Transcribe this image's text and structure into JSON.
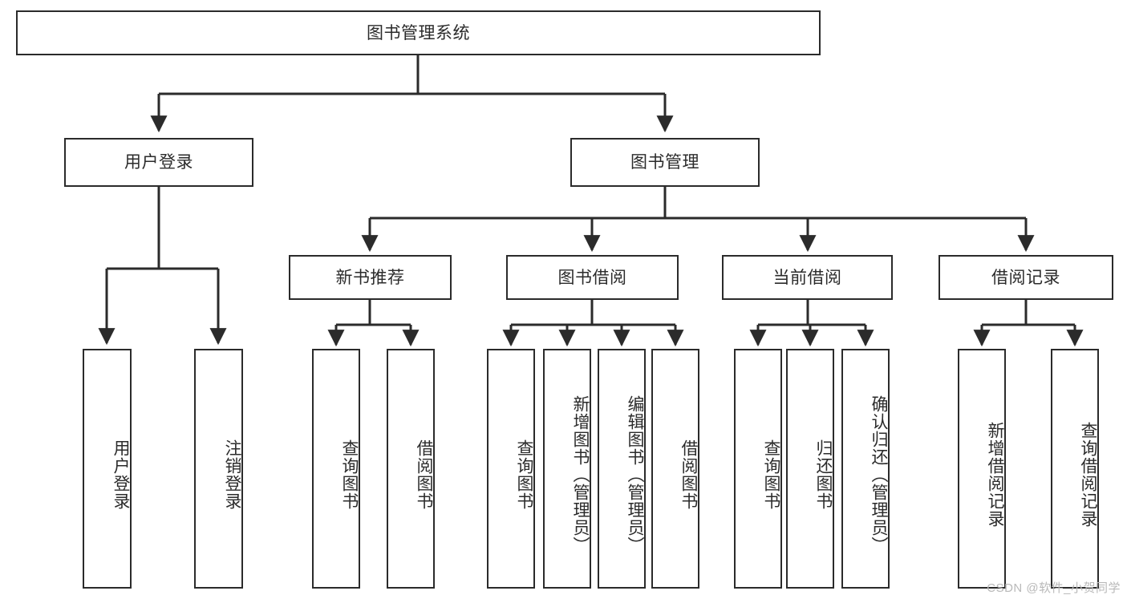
{
  "diagram": {
    "type": "tree-hierarchy",
    "title": "图书管理系统",
    "theme": {
      "stroke": "#2b2b2b",
      "fill": "#ffffff",
      "text": "#2b2b2b",
      "watermark_color": "#b9b9b9"
    },
    "levels": {
      "root_label": "图书管理系统",
      "level2": [
        "用户登录",
        "图书管理"
      ],
      "level3": [
        "新书推荐",
        "图书借阅",
        "当前借阅",
        "借阅记录"
      ]
    },
    "nodes": {
      "root": {
        "label": "图书管理系统"
      },
      "user_login": {
        "label": "用户登录"
      },
      "book_manage": {
        "label": "图书管理"
      },
      "new_book_rec": {
        "label": "新书推荐"
      },
      "book_borrow": {
        "label": "图书借阅"
      },
      "current_borrow": {
        "label": "当前借阅"
      },
      "borrow_record": {
        "label": "借阅记录"
      },
      "leaf_user_login": {
        "label": "用户登录"
      },
      "leaf_user_logout": {
        "label": "注销登录"
      },
      "leaf_query_book_1": {
        "label": "查询图书"
      },
      "leaf_borrow_book_1": {
        "label": "借阅图书"
      },
      "leaf_query_book_2": {
        "label": "查询图书"
      },
      "leaf_add_book": {
        "label": "新增图书（管理员）"
      },
      "leaf_edit_book": {
        "label": "编辑图书（管理员）"
      },
      "leaf_borrow_book_2": {
        "label": "借阅图书"
      },
      "leaf_query_book_3": {
        "label": "查询图书"
      },
      "leaf_return_book": {
        "label": "归还图书"
      },
      "leaf_confirm_return": {
        "label": "确认归还（管理员）"
      },
      "leaf_add_record": {
        "label": "新增借阅记录"
      },
      "leaf_query_record": {
        "label": "查询借阅记录"
      }
    },
    "edges": [
      {
        "from": "root",
        "to": "user_login"
      },
      {
        "from": "root",
        "to": "book_manage"
      },
      {
        "from": "user_login",
        "to": "leaf_user_login"
      },
      {
        "from": "user_login",
        "to": "leaf_user_logout"
      },
      {
        "from": "book_manage",
        "to": "new_book_rec"
      },
      {
        "from": "book_manage",
        "to": "book_borrow"
      },
      {
        "from": "book_manage",
        "to": "current_borrow"
      },
      {
        "from": "book_manage",
        "to": "borrow_record"
      },
      {
        "from": "new_book_rec",
        "to": "leaf_query_book_1"
      },
      {
        "from": "new_book_rec",
        "to": "leaf_borrow_book_1"
      },
      {
        "from": "book_borrow",
        "to": "leaf_query_book_2"
      },
      {
        "from": "book_borrow",
        "to": "leaf_add_book"
      },
      {
        "from": "book_borrow",
        "to": "leaf_edit_book"
      },
      {
        "from": "book_borrow",
        "to": "leaf_borrow_book_2"
      },
      {
        "from": "current_borrow",
        "to": "leaf_query_book_3"
      },
      {
        "from": "current_borrow",
        "to": "leaf_return_book"
      },
      {
        "from": "current_borrow",
        "to": "leaf_confirm_return"
      },
      {
        "from": "borrow_record",
        "to": "leaf_add_record"
      },
      {
        "from": "borrow_record",
        "to": "leaf_query_record"
      }
    ]
  },
  "watermark": {
    "text": "CSDN @软件_小贺同学"
  }
}
